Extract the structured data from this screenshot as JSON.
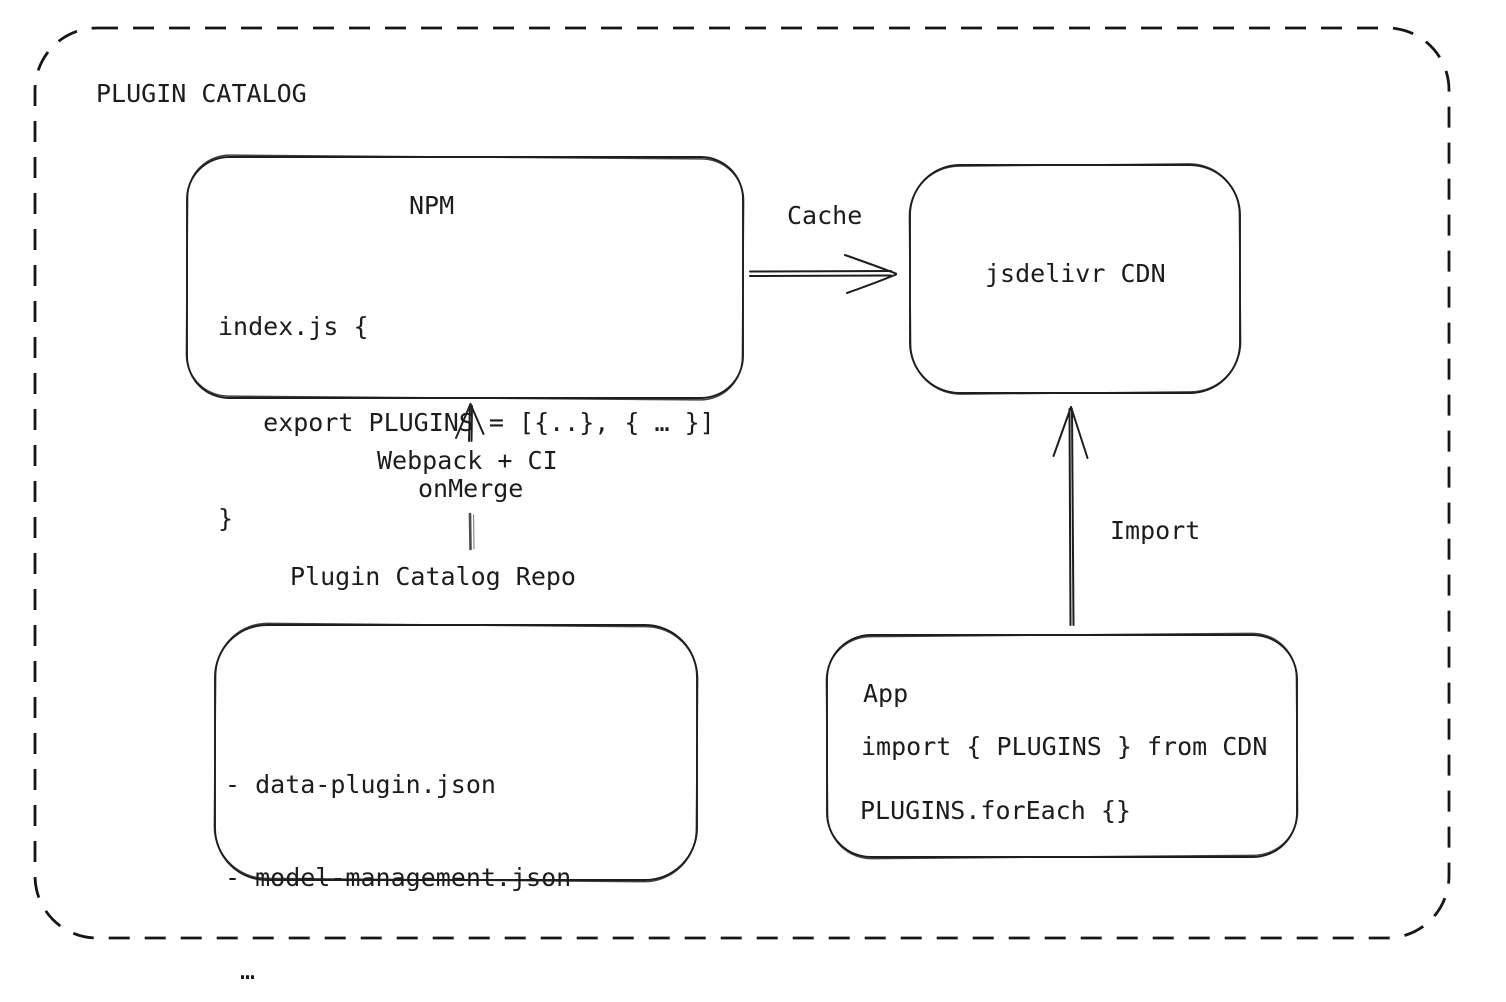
{
  "diagram": {
    "title": "PLUGIN CATALOG",
    "nodes": {
      "npm": {
        "title": "NPM",
        "code": {
          "line1": "index.js {",
          "line2": "   export PLUGINS = [{..}, { … }]",
          "line3": "}"
        }
      },
      "cdn": {
        "label": "jsdelivr CDN"
      },
      "repo": {
        "heading": "Plugin Catalog Repo",
        "files": {
          "line1": "- data-plugin.json",
          "line2": "- model-management.json",
          "line3": " …"
        }
      },
      "app": {
        "title": "App",
        "code": {
          "line1": "import { PLUGINS } from CDN",
          "line2": "PLUGINS.forEach {}"
        }
      }
    },
    "edges": {
      "cache_label": "Cache",
      "import_label": "Import",
      "build_label_line1": "Webpack + CI",
      "build_label_line2": "onMerge"
    },
    "colors": {
      "ink": "#1c1c1c",
      "stroke": "#1e1e1e",
      "background": "#ffffff"
    }
  }
}
